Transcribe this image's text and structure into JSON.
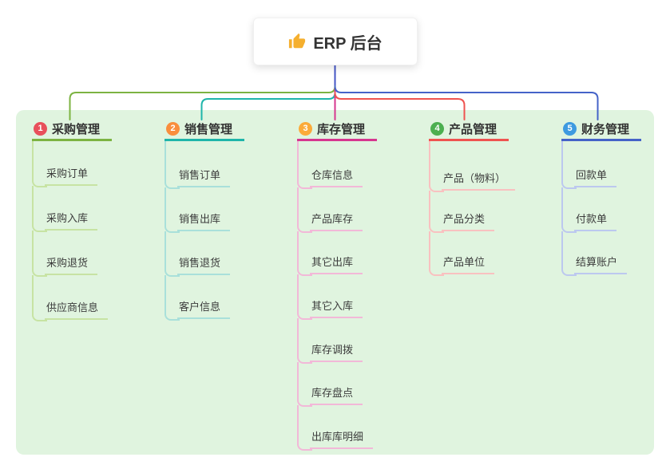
{
  "root": {
    "icon": "thumbs-up",
    "label": "ERP 后台"
  },
  "colors": {
    "panel_bg": "#e0f4df",
    "stem_line": "#4455c5"
  },
  "branches": [
    {
      "num": "1",
      "label": "采购管理",
      "badge_color": "#e8505b",
      "line_color": "#7cb342",
      "child_line_color": "#c7e3a3",
      "children": [
        "采购订单",
        "采购入库",
        "采购退货",
        "供应商信息"
      ]
    },
    {
      "num": "2",
      "label": "销售管理",
      "badge_color": "#f98e3d",
      "line_color": "#1fb5aa",
      "child_line_color": "#a9e0da",
      "children": [
        "销售订单",
        "销售出库",
        "销售退货",
        "客户信息"
      ]
    },
    {
      "num": "3",
      "label": "库存管理",
      "badge_color": "#fbab3a",
      "line_color": "#d6368f",
      "child_line_color": "#f2b8d8",
      "children": [
        "仓库信息",
        "产品库存",
        "其它出库",
        "其它入库",
        "库存调拨",
        "库存盘点",
        "出库库明细"
      ]
    },
    {
      "num": "4",
      "label": "产品管理",
      "badge_color": "#4caf50",
      "line_color": "#ef5350",
      "child_line_color": "#f9c1c0",
      "children": [
        "产品（物料）",
        "产品分类",
        "产品单位"
      ]
    },
    {
      "num": "5",
      "label": "财务管理",
      "badge_color": "#3e9ae0",
      "line_color": "#4563c8",
      "child_line_color": "#bcc8ef",
      "children": [
        "回款单",
        "付款单",
        "结算账户"
      ]
    }
  ]
}
